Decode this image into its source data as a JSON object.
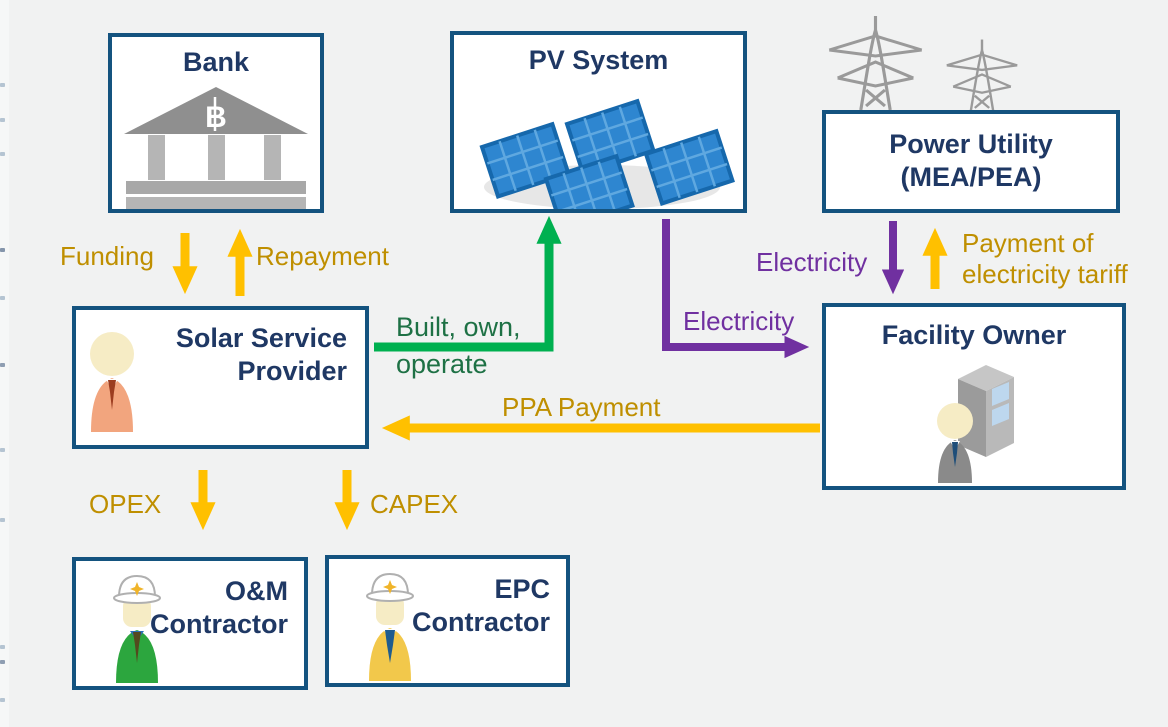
{
  "background": "#F1F2F2",
  "colors": {
    "box_border": "#14537F",
    "title_text": "#1F3864",
    "gold_arrow": "#FFC000",
    "gold_text": "#BF8F00",
    "purple": "#7030A0",
    "green_arrow": "#00B050",
    "green_text": "#1E7145"
  },
  "nodes": {
    "bank": {
      "label": "Bank",
      "icon": "bank-building-icon",
      "currency_symbol": "฿"
    },
    "pv_system": {
      "label": "PV System",
      "icon": "solar-panels-icon"
    },
    "power_utility": {
      "line1": "Power Utility",
      "line2": "(MEA/PEA)",
      "icon": "transmission-towers-icon"
    },
    "solar_service_provider": {
      "line1": "Solar Service",
      "line2": "Provider",
      "icon": "businessperson-icon"
    },
    "facility_owner": {
      "label": "Facility Owner",
      "icon": "owner-with-building-icon"
    },
    "om_contractor": {
      "line1": "O&M",
      "line2": "Contractor",
      "icon": "worker-hardhat-icon"
    },
    "epc_contractor": {
      "line1": "EPC",
      "line2": "Contractor",
      "icon": "worker-hardhat-icon"
    }
  },
  "flows": {
    "funding": {
      "label": "Funding",
      "from": "bank",
      "to": "solar_service_provider",
      "color": "#FFC000"
    },
    "repayment": {
      "label": "Repayment",
      "from": "solar_service_provider",
      "to": "bank",
      "color": "#FFC000"
    },
    "built_own_operate": {
      "line1": "Built, own,",
      "line2": "operate",
      "from": "solar_service_provider",
      "to": "pv_system",
      "color": "#00B050"
    },
    "electricity_from_pv": {
      "label": "Electricity",
      "from": "pv_system",
      "to": "facility_owner",
      "color": "#7030A0"
    },
    "electricity_from_utility": {
      "label": "Electricity",
      "from": "power_utility",
      "to": "facility_owner",
      "color": "#7030A0"
    },
    "tariff_payment": {
      "line1": "Payment of",
      "line2": "electricity tariff",
      "from": "facility_owner",
      "to": "power_utility",
      "color": "#FFC000"
    },
    "ppa_payment": {
      "label": "PPA Payment",
      "from": "facility_owner",
      "to": "solar_service_provider",
      "color": "#FFC000"
    },
    "opex": {
      "label": "OPEX",
      "from": "solar_service_provider",
      "to": "om_contractor",
      "color": "#FFC000"
    },
    "capex": {
      "label": "CAPEX",
      "from": "solar_service_provider",
      "to": "epc_contractor",
      "color": "#FFC000"
    }
  }
}
